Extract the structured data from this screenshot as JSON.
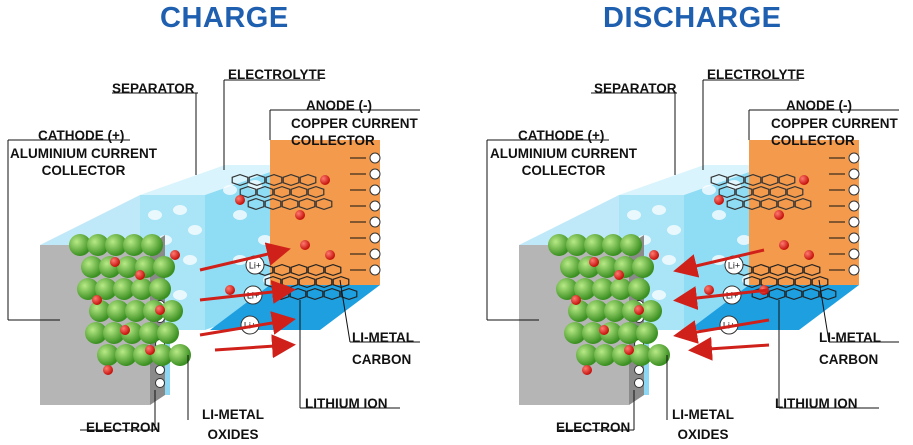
{
  "panels": [
    {
      "title": "CHARGE",
      "labels": {
        "separator": "SEPARATOR",
        "electrolyte": "ELECTROLYTE",
        "anode": "ANODE (-)",
        "copper_collector": "COPPER CURRENT\nCOLLECTOR",
        "cathode": "CATHODE (+)",
        "aluminium_collector": "ALUMINIUM CURRENT\nCOLLECTOR",
        "li_metal_carbon": "LI-METAL\nCARBON",
        "lithium_ion": "LITHIUM ION",
        "electron": "ELECTRON",
        "li_metal_oxides": "LI-METAL\nOXIDES"
      },
      "ion_arrow_direction": "to-anode",
      "ion_badge": "Li+"
    },
    {
      "title": "DISCHARGE",
      "labels": {
        "separator": "SEPARATOR",
        "electrolyte": "ELECTROLYTE",
        "anode": "ANODE (-)",
        "copper_collector": "COPPER CURRENT\nCOLLECTOR",
        "cathode": "CATHODE (+)",
        "aluminium_collector": "ALUMINIUM CURRENT\nCOLLECTOR",
        "li_metal_carbon": "LI-METAL\nCARBON",
        "lithium_ion": "LITHIUM ION",
        "electron": "ELECTRON",
        "li_metal_oxides": "LI-METAL\nOXIDES"
      },
      "ion_arrow_direction": "to-cathode",
      "ion_badge": "Li+"
    }
  ],
  "colors": {
    "title": "#1f5fb0",
    "electrolyte": "#7fd3f2",
    "separator": "#a9e4f7",
    "anode": "#f39a4c",
    "cathode_particles": "#5cb83a",
    "lithium_ion": "#e0201b",
    "collector": "#b5b5b5"
  }
}
